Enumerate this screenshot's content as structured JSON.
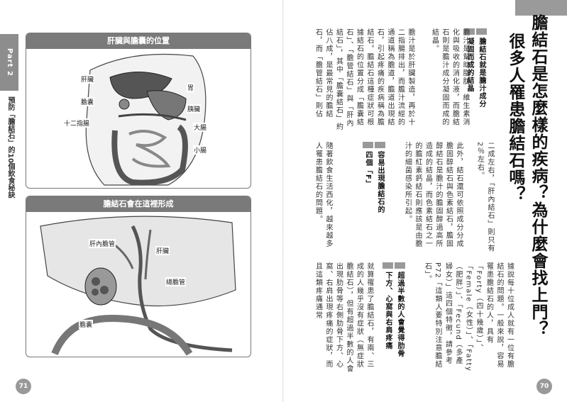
{
  "left_page": {
    "part_tab": "Part 2",
    "part_subtitle": "預防「膽結石」的10個飲食秘訣",
    "page_number": "71",
    "figure1": {
      "title": "肝臟與膽囊的位置",
      "labels": {
        "liver": "肝臟",
        "gallbladder": "膽囊",
        "duodenum": "十二指腸",
        "stomach": "胃",
        "pancreas": "胰臟",
        "large_intestine": "大腸",
        "small_intestine": "小腸"
      }
    },
    "figure2": {
      "title": "膽結石會在這裡形成",
      "labels": {
        "intrahepatic_duct": "肝內膽管",
        "liver": "肝臟",
        "common_bile_duct": "總膽管",
        "gallbladder": "膽囊"
      }
    }
  },
  "right_page": {
    "page_number": "70",
    "title_lines": [
      "膽結石是怎麼樣的疾病？為什麼會找上門？",
      "很多人罹患膽結石嗎？"
    ],
    "section1": {
      "heading": [
        "膽結石就是膽汁成分",
        "凝固而成的結晶"
      ],
      "paragraphs": [
        "膽汁是幫助脂肪、維生素消化與吸收的消化液，而膽結石則是膽汁成分凝固而成的結晶。",
        "膽汁是於肝臟製造，再於十二指腸排出，而膽汁流經的通道稱為膽道，膽道出現結石，引起疼痛的疾病稱為膽結石。膽結石這種症狀可根據結石的位置分成「膽囊結石」、「膽管結石」與「肝內結石」，其中「膽囊結石」約佔八成，是最常見的膽結石，而「膽管結石」則佔"
      ]
    },
    "section1_cont": [
      "二成左右，「肝內結石」則只有2％左右。",
      "此外，結石還可依照成分分成膽固醇結石與色素結石，膽固醇結石是膽汁的膽固醇過高所造成的結晶，而色素結石之一的膽紅素鈣結石則應該是由膽汁的細菌感染所引起。"
    ],
    "section2": {
      "heading": [
        "容易出現膽結石的",
        "四個「F」"
      ],
      "paragraphs": [
        "隨著飲食生活西化，越來越多人罹患膽結石的問題。",
        "據說每十位成人就有一位有膽結石的問題。一般來說，容易罹患膽結石的人，具有「Forty（四十幾歲）」、「Female（女性）」、「Fatty（肥胖）」、「Fecund（多產婦女）」這四個特徵，請參考P72「這類人要特別注意膽結石」。"
      ]
    },
    "section3": {
      "heading": [
        "超過半數的人會覺得肋骨",
        "下方、心窩與右肩疼痛"
      ],
      "paragraphs": [
        "就算罹患了膽結石，有兩、三成的人幾乎沒有症狀（無症狀膽結石），但有超過半數的人會出現肋骨等右側肋骨下方、心窩、右肩出現疼痛的症狀，而且這類疼痛通常"
      ]
    }
  }
}
